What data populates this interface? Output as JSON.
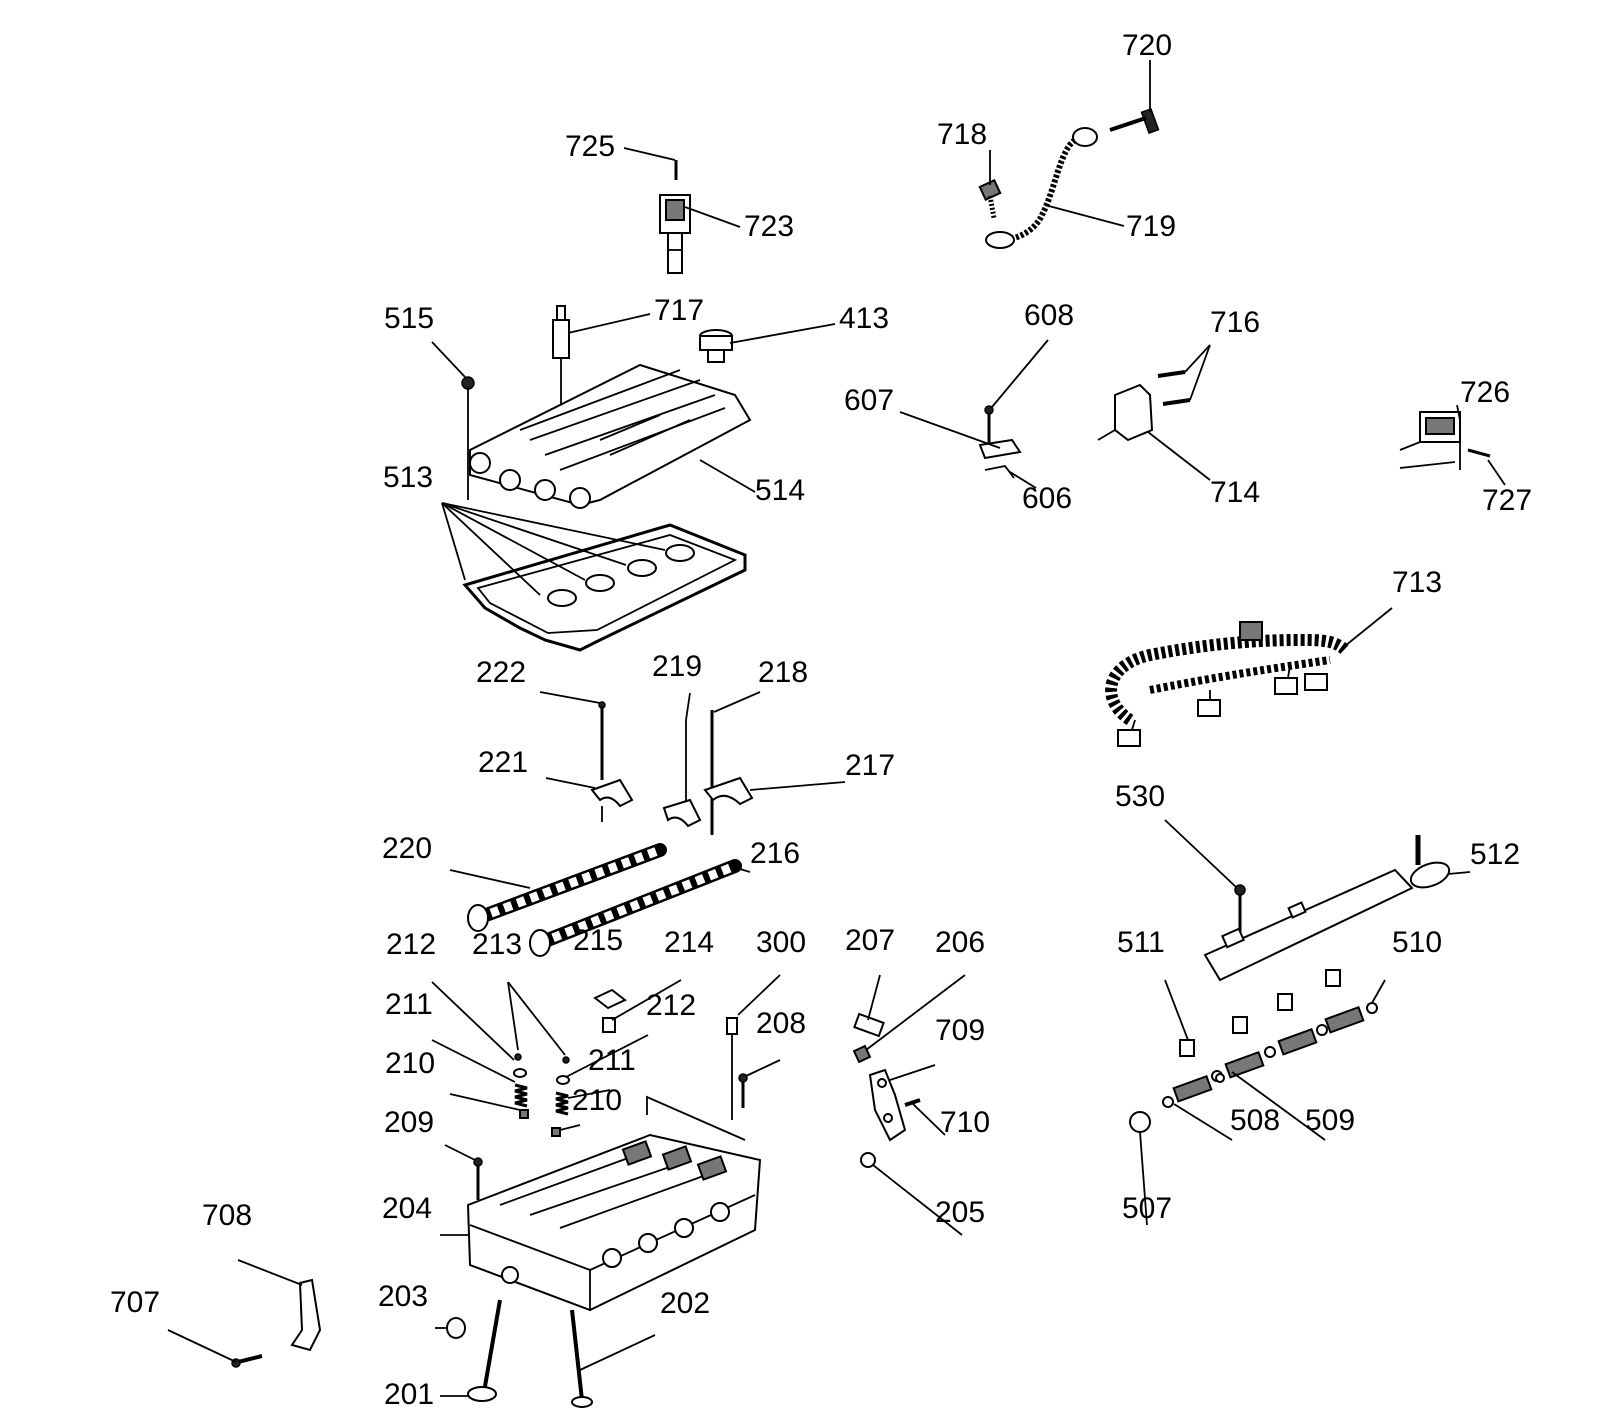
{
  "diagram": {
    "callouts": [
      {
        "id": "c720",
        "label": "720"
      },
      {
        "id": "c718",
        "label": "718"
      },
      {
        "id": "c719",
        "label": "719"
      },
      {
        "id": "c725",
        "label": "725"
      },
      {
        "id": "c723",
        "label": "723"
      },
      {
        "id": "c717",
        "label": "717"
      },
      {
        "id": "c413",
        "label": "413"
      },
      {
        "id": "c515",
        "label": "515"
      },
      {
        "id": "c608",
        "label": "608"
      },
      {
        "id": "c716",
        "label": "716"
      },
      {
        "id": "c607",
        "label": "607"
      },
      {
        "id": "c726",
        "label": "726"
      },
      {
        "id": "c513",
        "label": "513"
      },
      {
        "id": "c514",
        "label": "514"
      },
      {
        "id": "c606",
        "label": "606"
      },
      {
        "id": "c714",
        "label": "714"
      },
      {
        "id": "c727",
        "label": "727"
      },
      {
        "id": "c713",
        "label": "713"
      },
      {
        "id": "c222",
        "label": "222"
      },
      {
        "id": "c219",
        "label": "219"
      },
      {
        "id": "c218",
        "label": "218"
      },
      {
        "id": "c221",
        "label": "221"
      },
      {
        "id": "c217",
        "label": "217"
      },
      {
        "id": "c530",
        "label": "530"
      },
      {
        "id": "c220",
        "label": "220"
      },
      {
        "id": "c216",
        "label": "216"
      },
      {
        "id": "c512",
        "label": "512"
      },
      {
        "id": "c212a",
        "label": "212"
      },
      {
        "id": "c213",
        "label": "213"
      },
      {
        "id": "c215",
        "label": "215"
      },
      {
        "id": "c214",
        "label": "214"
      },
      {
        "id": "c300",
        "label": "300"
      },
      {
        "id": "c207",
        "label": "207"
      },
      {
        "id": "c206",
        "label": "206"
      },
      {
        "id": "c511",
        "label": "511"
      },
      {
        "id": "c510",
        "label": "510"
      },
      {
        "id": "c211a",
        "label": "211"
      },
      {
        "id": "c212b",
        "label": "212"
      },
      {
        "id": "c208",
        "label": "208"
      },
      {
        "id": "c709",
        "label": "709"
      },
      {
        "id": "c210a",
        "label": "210"
      },
      {
        "id": "c211b",
        "label": "211"
      },
      {
        "id": "c210b",
        "label": "210"
      },
      {
        "id": "c209",
        "label": "209"
      },
      {
        "id": "c710",
        "label": "710"
      },
      {
        "id": "c508",
        "label": "508"
      },
      {
        "id": "c509",
        "label": "509"
      },
      {
        "id": "c204",
        "label": "204"
      },
      {
        "id": "c205",
        "label": "205"
      },
      {
        "id": "c507",
        "label": "507"
      },
      {
        "id": "c708",
        "label": "708"
      },
      {
        "id": "c707",
        "label": "707"
      },
      {
        "id": "c203",
        "label": "203"
      },
      {
        "id": "c202",
        "label": "202"
      },
      {
        "id": "c201",
        "label": "201"
      }
    ]
  }
}
